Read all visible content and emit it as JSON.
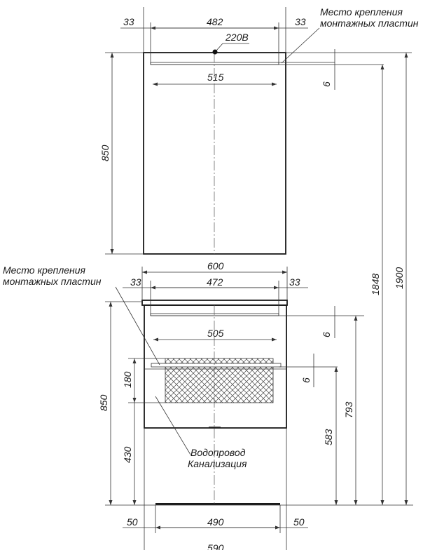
{
  "mirror": {
    "dims": {
      "left_margin": "33",
      "inner_width": "482",
      "right_margin": "33",
      "mount_width": "515",
      "height": "850",
      "plate_gap": "6"
    },
    "socket_label": "220B",
    "note_line1": "Место крепления",
    "note_line2": "монтажных пластин"
  },
  "cabinet": {
    "dims": {
      "width": "600",
      "left_margin": "33",
      "inner_width": "472",
      "right_margin": "33",
      "mount_width": "505",
      "plate_gap_top": "6",
      "plate_gap_mid": "6",
      "height": "850",
      "zone_height": "180",
      "zone_bottom": "430",
      "plate_level": "583",
      "top_level": "793",
      "bottom_left": "50",
      "bottom_inner": "490",
      "bottom_right": "50",
      "bottom_total": "590"
    },
    "note_line1": "Место крепления",
    "note_line2": "монтажных пластин",
    "pipes_line1": "Водопровод",
    "pipes_line2": "Канализация"
  },
  "overall": {
    "mirror_plate_height": "1848",
    "total_height": "1900"
  }
}
